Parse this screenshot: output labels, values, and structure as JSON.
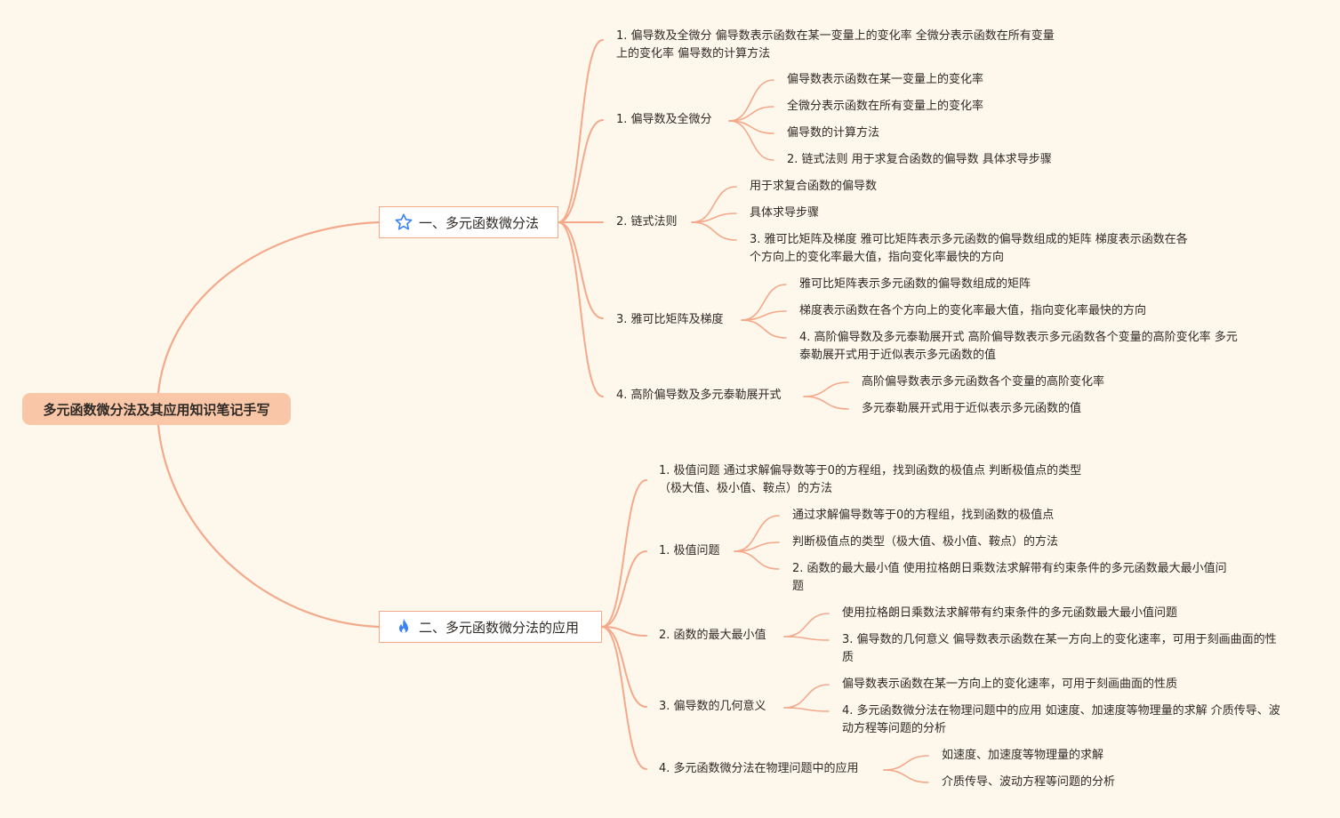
{
  "root": {
    "label": "多元函数微分法及其应用知识笔记手写"
  },
  "branches": [
    {
      "label": "一、多元函数微分法",
      "icon": "star-icon",
      "items": [
        {
          "label": "1. 偏导数及全微分 偏导数表示函数在某一变量上的变化率 全微分表示函数在所有变量上的变化率 偏导数的计算方法"
        },
        {
          "label": "1. 偏导数及全微分",
          "children": [
            "偏导数表示函数在某一变量上的变化率",
            "全微分表示函数在所有变量上的变化率",
            "偏导数的计算方法",
            "2. 链式法则 用于求复合函数的偏导数 具体求导步骤"
          ]
        },
        {
          "label": "2. 链式法则",
          "children": [
            "用于求复合函数的偏导数",
            "具体求导步骤",
            "3. 雅可比矩阵及梯度 雅可比矩阵表示多元函数的偏导数组成的矩阵 梯度表示函数在各个方向上的变化率最大值，指向变化率最快的方向"
          ]
        },
        {
          "label": "3. 雅可比矩阵及梯度",
          "children": [
            "雅可比矩阵表示多元函数的偏导数组成的矩阵",
            "梯度表示函数在各个方向上的变化率最大值，指向变化率最快的方向",
            "4. 高阶偏导数及多元泰勒展开式 高阶偏导数表示多元函数各个变量的高阶变化率 多元泰勒展开式用于近似表示多元函数的值"
          ]
        },
        {
          "label": "4. 高阶偏导数及多元泰勒展开式",
          "children": [
            "高阶偏导数表示多元函数各个变量的高阶变化率",
            "多元泰勒展开式用于近似表示多元函数的值"
          ]
        }
      ]
    },
    {
      "label": "二、多元函数微分法的应用",
      "icon": "flame-icon",
      "items": [
        {
          "label": "1. 极值问题 通过求解偏导数等于0的方程组，找到函数的极值点 判断极值点的类型（极大值、极小值、鞍点）的方法"
        },
        {
          "label": "1. 极值问题",
          "children": [
            "通过求解偏导数等于0的方程组，找到函数的极值点",
            "判断极值点的类型（极大值、极小值、鞍点）的方法",
            "2. 函数的最大最小值 使用拉格朗日乘数法求解带有约束条件的多元函数最大最小值问题"
          ]
        },
        {
          "label": "2. 函数的最大最小值",
          "children": [
            "使用拉格朗日乘数法求解带有约束条件的多元函数最大最小值问题",
            "3. 偏导数的几何意义 偏导数表示函数在某一方向上的变化速率，可用于刻画曲面的性质"
          ]
        },
        {
          "label": "3. 偏导数的几何意义",
          "children": [
            "偏导数表示函数在某一方向上的变化速率，可用于刻画曲面的性质",
            "4. 多元函数微分法在物理问题中的应用 如速度、加速度等物理量的求解 介质传导、波动方程等问题的分析"
          ]
        },
        {
          "label": "4. 多元函数微分法在物理问题中的应用",
          "children": [
            "如速度、加速度等物理量的求解",
            "介质传导、波动方程等问题的分析"
          ]
        }
      ]
    }
  ],
  "colors": {
    "line": "#f3a98a",
    "root_fill": "#f9c7a8",
    "background": "#fef7ec",
    "icon": "#3b82f6"
  }
}
